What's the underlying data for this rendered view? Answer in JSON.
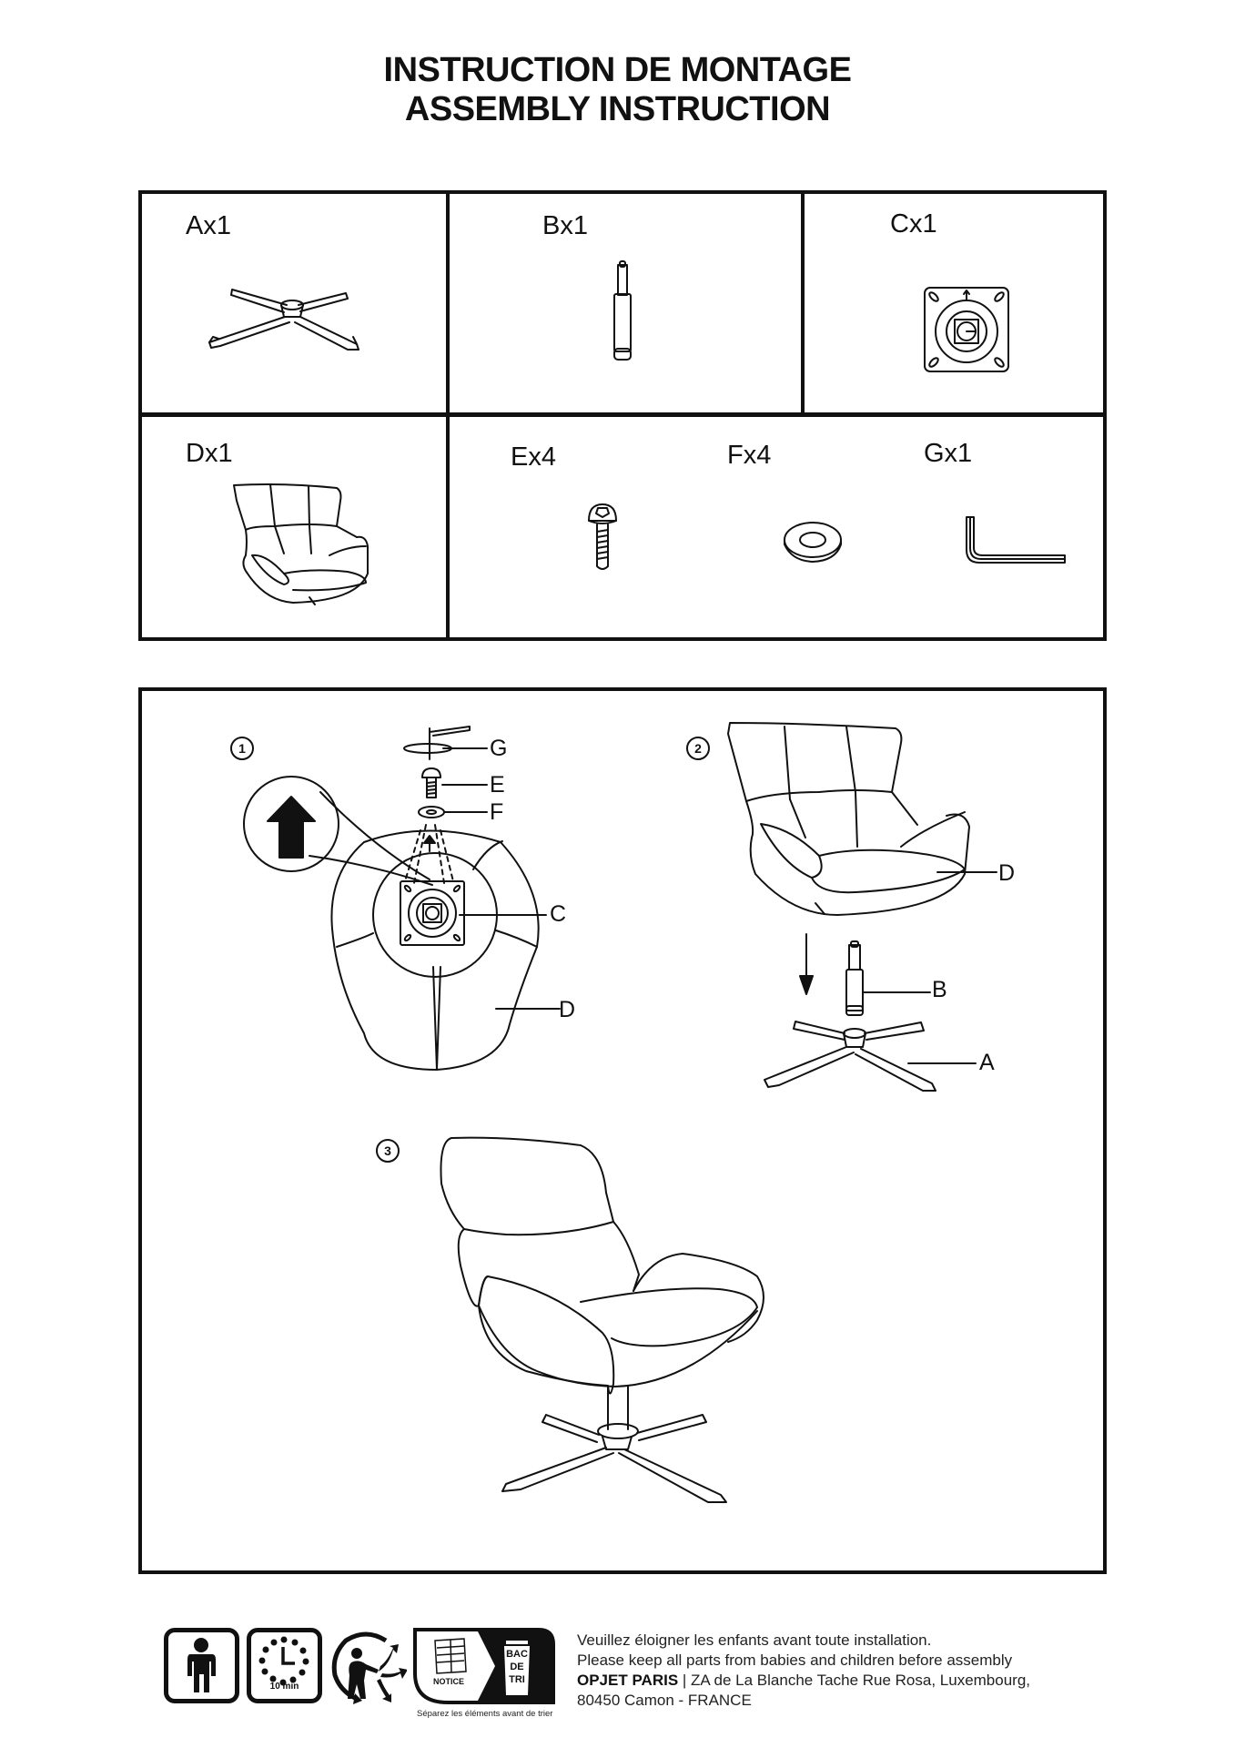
{
  "header": {
    "title_fr": "INSTRUCTION DE MONTAGE",
    "title_en": "ASSEMBLY INSTRUCTION"
  },
  "parts": [
    {
      "id": "A",
      "label": "Ax1",
      "name": "star base",
      "icon": "star-base-icon"
    },
    {
      "id": "B",
      "label": "Bx1",
      "name": "gas lift cylinder",
      "icon": "gas-cylinder-icon"
    },
    {
      "id": "C",
      "label": "Cx1",
      "name": "swivel plate",
      "icon": "swivel-plate-icon"
    },
    {
      "id": "D",
      "label": "Dx1",
      "name": "seat shell",
      "icon": "seat-shell-icon"
    },
    {
      "id": "E",
      "label": "Ex4",
      "name": "screw",
      "icon": "screw-icon"
    },
    {
      "id": "F",
      "label": "Fx4",
      "name": "washer",
      "icon": "washer-icon"
    },
    {
      "id": "G",
      "label": "Gx1",
      "name": "allen key",
      "icon": "allen-key-icon"
    }
  ],
  "steps": [
    {
      "number": "1",
      "callouts": [
        "G",
        "E",
        "F",
        "C",
        "D"
      ]
    },
    {
      "number": "2",
      "callouts": [
        "D",
        "B",
        "A"
      ]
    },
    {
      "number": "3",
      "callouts": []
    }
  ],
  "footer": {
    "icons": {
      "person": "1 person",
      "time": "10 min",
      "recycle": "triman",
      "notice": "NOTICE",
      "bin_line1": "BAC",
      "bin_line2": "DE",
      "bin_line3": "TRI",
      "sort_caption": "Séparez les éléments avant de trier"
    },
    "warning_fr": "Veuillez éloigner les enfants avant toute installation.",
    "warning_en": "Please keep all parts from babies and children before assembly",
    "company": "OPJET PARIS",
    "separator": " | ",
    "address_line1": "ZA de La Blanche Tache Rue Rosa, Luxembourg,",
    "address_line2": "80450 Camon - FRANCE"
  }
}
